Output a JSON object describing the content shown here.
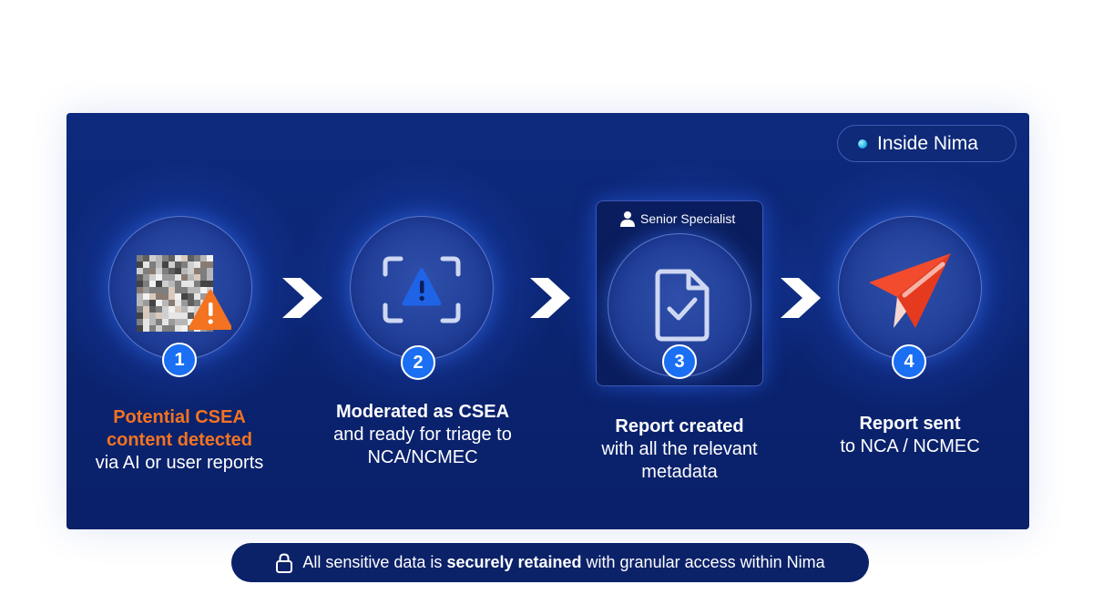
{
  "badge": {
    "label": "Inside Nima"
  },
  "specialist": {
    "label": "Senior Specialist",
    "icon": "person-icon"
  },
  "steps": [
    {
      "number": "1",
      "title_line1": "Potential CSEA",
      "title_line2": "content detected",
      "desc_line1": "via AI or user reports",
      "icon": "pixelated-image-warning-icon"
    },
    {
      "number": "2",
      "title": "Moderated as CSEA",
      "desc_line1": "and ready for triage to",
      "desc_line2": "NCA/NCMEC",
      "icon": "scan-alert-icon"
    },
    {
      "number": "3",
      "title": "Report created",
      "desc_line1": "with all the relevant",
      "desc_line2": "metadata",
      "icon": "document-check-icon"
    },
    {
      "number": "4",
      "title": "Report sent",
      "desc_line1": "to NCA / NCMEC",
      "icon": "paper-plane-icon"
    }
  ],
  "footer": {
    "icon": "lock-icon",
    "text_before": "All sensitive data is",
    "text_bold": "securely retained",
    "text_after": "with granular access within Nima"
  },
  "colors": {
    "panel": "#0d2a7e",
    "accent_blue": "#1a6ff2",
    "highlight_orange": "#f37321",
    "plane_red": "#f24b2d"
  }
}
